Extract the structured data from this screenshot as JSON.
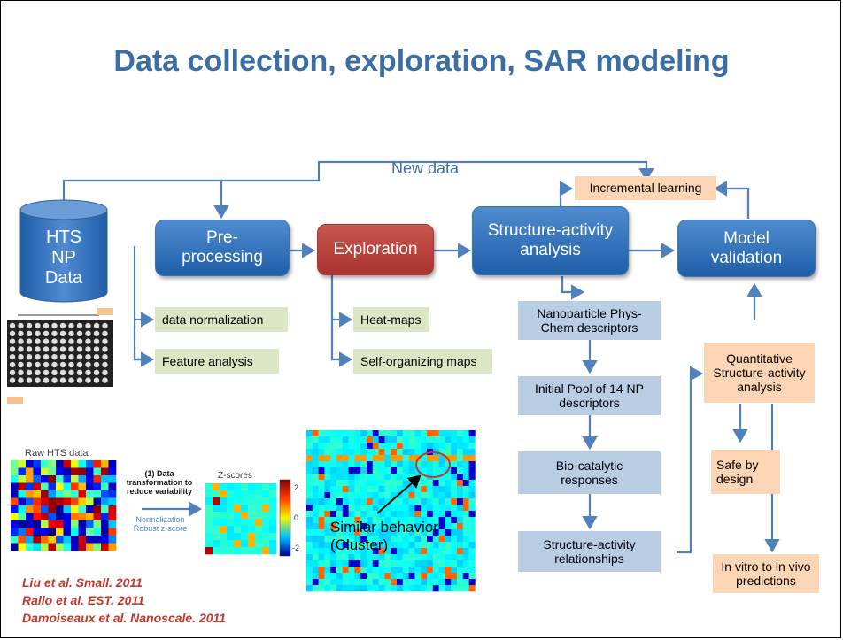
{
  "title": "Data collection, exploration, SAR modeling",
  "label_new_data": "New data",
  "hts": {
    "line1": "HTS",
    "line2": "NP",
    "line3": "Data"
  },
  "boxes": {
    "preprocessing": "Pre-processing",
    "exploration": "Exploration",
    "sar": "Structure-activity analysis",
    "model_validation": "Model validation",
    "incremental": "Incremental learning",
    "data_norm": "data normalization",
    "feature": "Feature analysis",
    "heatmaps": "Heat-maps",
    "som": "Self-organizing maps",
    "phys_chem": "Nanoparticle Phys-Chem descriptors",
    "initial_pool": "Initial Pool of 14 NP descriptors",
    "bio": "Bio-catalytic responses",
    "sar_rel": "Structure-activity relationships",
    "qsar": "Quantitative Structure-activity analysis",
    "safe": "Safe by design",
    "invitro": "In vitro to in vivo predictions"
  },
  "panel": {
    "raw_label": "Raw HTS data",
    "zscores": "Z-scores",
    "transform": "(1) Data transformation to reduce variability",
    "norm": "Normalization Robust z-score",
    "similar": "Similar behavior (Cluster)",
    "scale_max": "2",
    "scale_mid": "0",
    "scale_min": "-2"
  },
  "references": [
    "Liu et al. Small. 2011",
    "Rallo et al. EST. 2011",
    "Damoiseaux et al.  Nanoscale. 2011"
  ],
  "colors": {
    "accent": "#3a6ea5",
    "blue_box": "#2e6db4",
    "red_box": "#b8443c",
    "green_box": "#dbe7c4",
    "lightblue_box": "#b9cde5",
    "peach_box": "#fcd5b4",
    "ref_text": "#c0392b"
  }
}
